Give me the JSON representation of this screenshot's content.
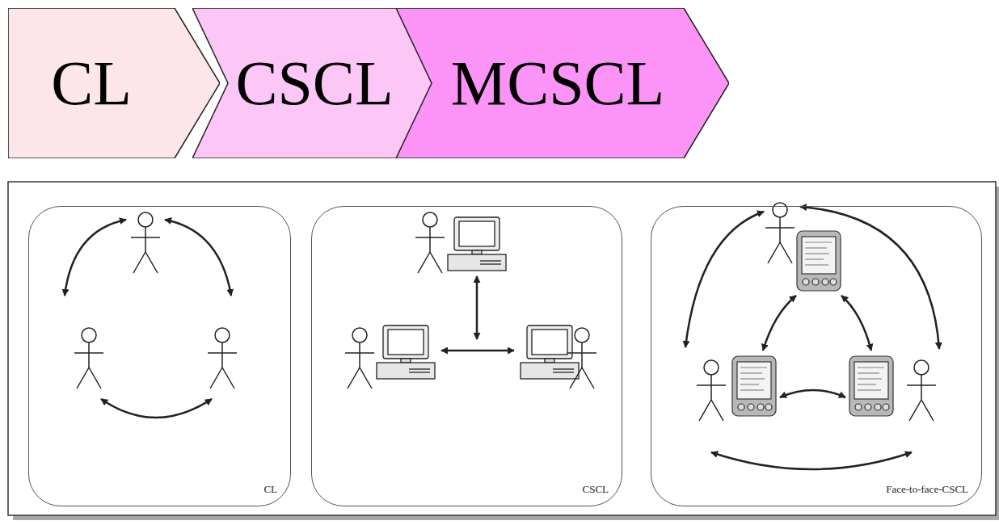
{
  "diagram": {
    "nodes": [
      {
        "text": [
          "CL"
        ]
      },
      {
        "text": [
          "CSCL"
        ]
      },
      {
        "text": [
          "MCSCL"
        ]
      },
      {
        "text": [
          "CL"
        ]
      },
      {
        "text": [
          "CSCL"
        ]
      },
      {
        "text": [
          "Face-to-face-CSCL"
        ]
      }
    ]
  }
}
